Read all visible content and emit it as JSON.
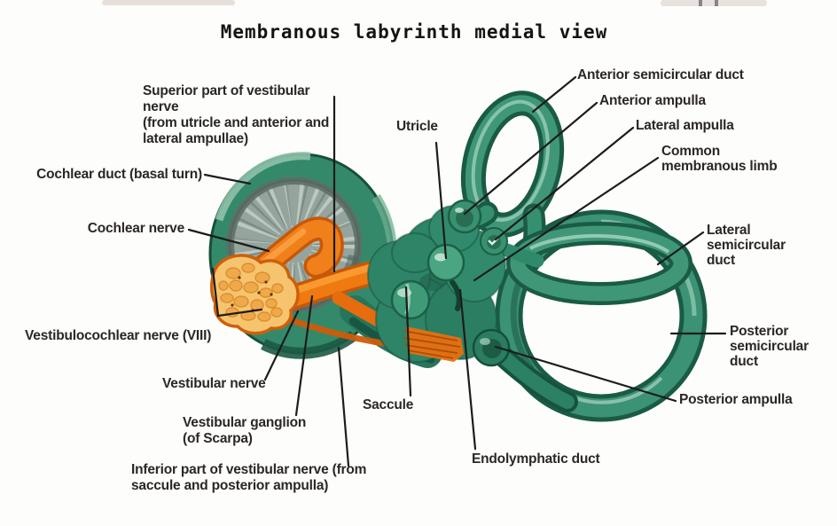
{
  "title": "Membranous labyrinth medial view",
  "labels": {
    "superior_vestibular_nerve": "Superior part of vestibular nerve\n(from utricle and anterior and\nlateral ampullae)",
    "cochlear_duct": "Cochlear duct (basal turn)",
    "cochlear_nerve": "Cochlear nerve",
    "vestibulocochlear_nerve": "Vestibulocochlear nerve (VIII)",
    "vestibular_nerve": "Vestibular nerve",
    "vestibular_ganglion": "Vestibular ganglion\n(of Scarpa)",
    "inferior_vestibular_nerve": "Inferior part of vestibular nerve (from\nsaccule and posterior ampulla)",
    "utricle": "Utricle",
    "saccule": "Saccule",
    "endolymphatic_duct": "Endolymphatic duct",
    "anterior_semicircular_duct": "Anterior semicircular duct",
    "anterior_ampulla": "Anterior ampulla",
    "lateral_ampulla": "Lateral ampulla",
    "common_membranous_limb": "Common\nmembranous limb",
    "lateral_semicircular_duct": "Lateral\nsemicircular\nduct",
    "posterior_semicircular_duct": "Posterior\nsemicircular\nduct",
    "posterior_ampulla": "Posterior ampulla"
  },
  "colors": {
    "duct_teal": "#2f8a6c",
    "duct_dark_outline": "#1a5b46",
    "duct_highlight": "#a9d6c0",
    "cochlea_center_gray": "#95a49d",
    "nerve_orange": "#ef7a12",
    "nerve_orange_dark": "#c85708",
    "nerve_stump_fill": "#f6c46f",
    "label_text": "#2b2627",
    "leader_line": "#1c1c1c"
  }
}
